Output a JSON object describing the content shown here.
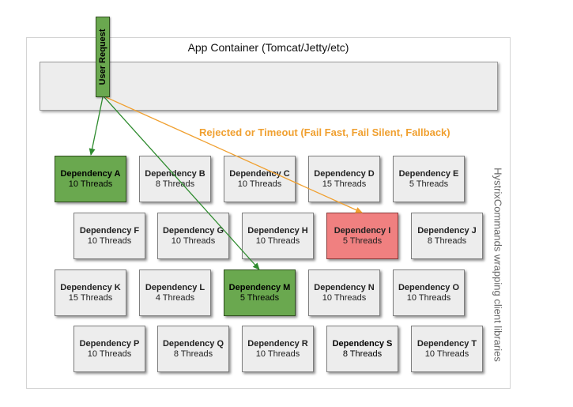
{
  "container": {
    "title": "App Container (Tomcat/Jetty/etc)"
  },
  "user_request": {
    "label": "User Request",
    "color": "#6aa84f"
  },
  "timeout": {
    "label": "Rejected or Timeout (Fail Fast, Fail Silent, Fallback)",
    "color": "#f0a030"
  },
  "side_label": "HystrixCommands wrapping client libraries",
  "colors": {
    "normal": "#ededed",
    "success": "#6aa84f",
    "failure": "#f08080",
    "success_arrow": "#2e8b2e",
    "failure_arrow": "#f0a030"
  },
  "dependencies": [
    {
      "name": "Dependency A",
      "threads": "10 Threads",
      "state": "success"
    },
    {
      "name": "Dependency B",
      "threads": "8 Threads",
      "state": "normal"
    },
    {
      "name": "Dependency C",
      "threads": "10 Threads",
      "state": "normal"
    },
    {
      "name": "Dependency D",
      "threads": "15 Threads",
      "state": "normal"
    },
    {
      "name": "Dependency E",
      "threads": "5 Threads",
      "state": "normal"
    },
    {
      "name": "Dependency F",
      "threads": "10 Threads",
      "state": "normal"
    },
    {
      "name": "Dependency G",
      "threads": "10 Threads",
      "state": "normal"
    },
    {
      "name": "Dependency H",
      "threads": "10 Threads",
      "state": "normal"
    },
    {
      "name": "Dependency I",
      "threads": "5 Threads",
      "state": "failure"
    },
    {
      "name": "Dependency J",
      "threads": "8 Threads",
      "state": "normal"
    },
    {
      "name": "Dependency K",
      "threads": "15 Threads",
      "state": "normal"
    },
    {
      "name": "Dependency L",
      "threads": "4 Threads",
      "state": "normal"
    },
    {
      "name": "Dependency M",
      "threads": "5 Threads",
      "state": "success"
    },
    {
      "name": "Dependency N",
      "threads": "10 Threads",
      "state": "normal"
    },
    {
      "name": "Dependency O",
      "threads": "10 Threads",
      "state": "normal"
    },
    {
      "name": "Dependency P",
      "threads": "10 Threads",
      "state": "normal"
    },
    {
      "name": "Dependency Q",
      "threads": "8 Threads",
      "state": "normal"
    },
    {
      "name": "Dependency R",
      "threads": "10 Threads",
      "state": "normal"
    },
    {
      "name": "Dependency S",
      "threads": "8 Threads",
      "state": "normal",
      "emphasis": true
    },
    {
      "name": "Dependency T",
      "threads": "10 Threads",
      "state": "normal"
    }
  ]
}
